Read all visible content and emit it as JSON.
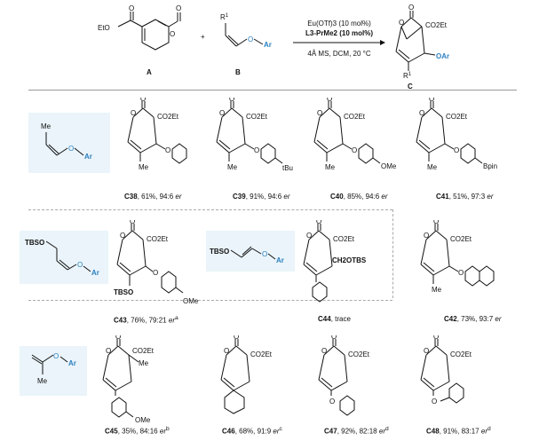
{
  "scheme": {
    "reactant_a_label": "A",
    "reactant_b_label": "B",
    "product_label": "C",
    "plus": "+",
    "ester_text": "EtO",
    "r1": "R",
    "ar": "Ar",
    "condition_1": "Eu(OTf)3 (10 mol%)",
    "condition_2": "L3-PrMe2 (10 mol%)",
    "condition_3": "4Å MS, DCM, 20 °C",
    "co2et": "CO2Et",
    "oar": "OAr"
  },
  "vinyl_ethers": [
    {
      "id": "cis-propenyl",
      "substituent": "Me",
      "o": "O",
      "ar": "Ar"
    },
    {
      "id": "tbso-cis",
      "substituent": "TBSO",
      "o": "O",
      "ar": "Ar"
    },
    {
      "id": "tbso-trans",
      "substituent": "TBSO",
      "o": "O",
      "ar": "Ar"
    },
    {
      "id": "isopropenyl",
      "substituent": "Me",
      "o": "O",
      "ar": "Ar"
    }
  ],
  "products": [
    {
      "id": "C38",
      "yield": "61%",
      "er": "94:6",
      "sup": "",
      "para": ""
    },
    {
      "id": "C39",
      "yield": "91%",
      "er": "94:6",
      "sup": "",
      "para": "tBu"
    },
    {
      "id": "C40",
      "yield": "85%",
      "er": "94:6",
      "sup": "",
      "para": "OMe"
    },
    {
      "id": "C41",
      "yield": "51%",
      "er": "97:3",
      "sup": "",
      "para": "Bpin"
    },
    {
      "id": "C43",
      "yield": "76%",
      "er": "79:21",
      "sup": "a",
      "para": "OMe"
    },
    {
      "id": "C44",
      "yield": "trace",
      "er": "",
      "sup": "",
      "para": "CH2OTBS"
    },
    {
      "id": "C42",
      "yield": "73%",
      "er": "93:7",
      "sup": "",
      "para": ""
    },
    {
      "id": "C45",
      "yield": "35%",
      "er": "84:16",
      "sup": "b",
      "para": "OMe"
    },
    {
      "id": "C46",
      "yield": "68%",
      "er": "91:9",
      "sup": "c",
      "para": ""
    },
    {
      "id": "C47",
      "yield": "92%",
      "er": "82:18",
      "sup": "d",
      "para": ""
    },
    {
      "id": "C48",
      "yield": "91%",
      "er": "83:17",
      "sup": "d",
      "para": ""
    }
  ],
  "common": {
    "co2et": "CO2Et",
    "me": "Me",
    "o": "O",
    "tbso": "TBSO"
  }
}
